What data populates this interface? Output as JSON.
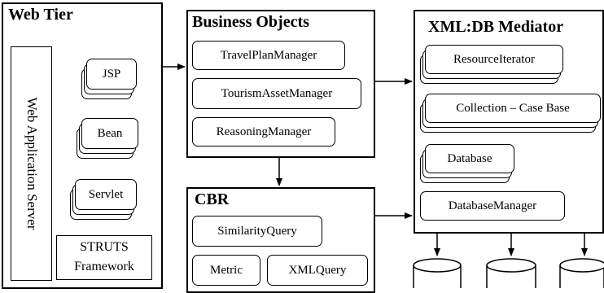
{
  "web_tier": {
    "title": "Web Tier",
    "server_label": "Web Application Server",
    "components": [
      "JSP",
      "Bean",
      "Servlet"
    ],
    "struts_line1": "STRUTS",
    "struts_line2": "Framework"
  },
  "business_objects": {
    "title": "Business Objects",
    "items": [
      "TravelPlanManager",
      "TourismAssetManager",
      "ReasoningManager"
    ]
  },
  "cbr": {
    "title": "CBR",
    "items": [
      "SimilarityQuery",
      "Metric",
      "XMLQuery"
    ]
  },
  "xmldb_mediator": {
    "title": "XML:DB Mediator",
    "items": [
      "ResourceIterator",
      "Collection – Case Base",
      "Database",
      "DatabaseManager"
    ]
  }
}
